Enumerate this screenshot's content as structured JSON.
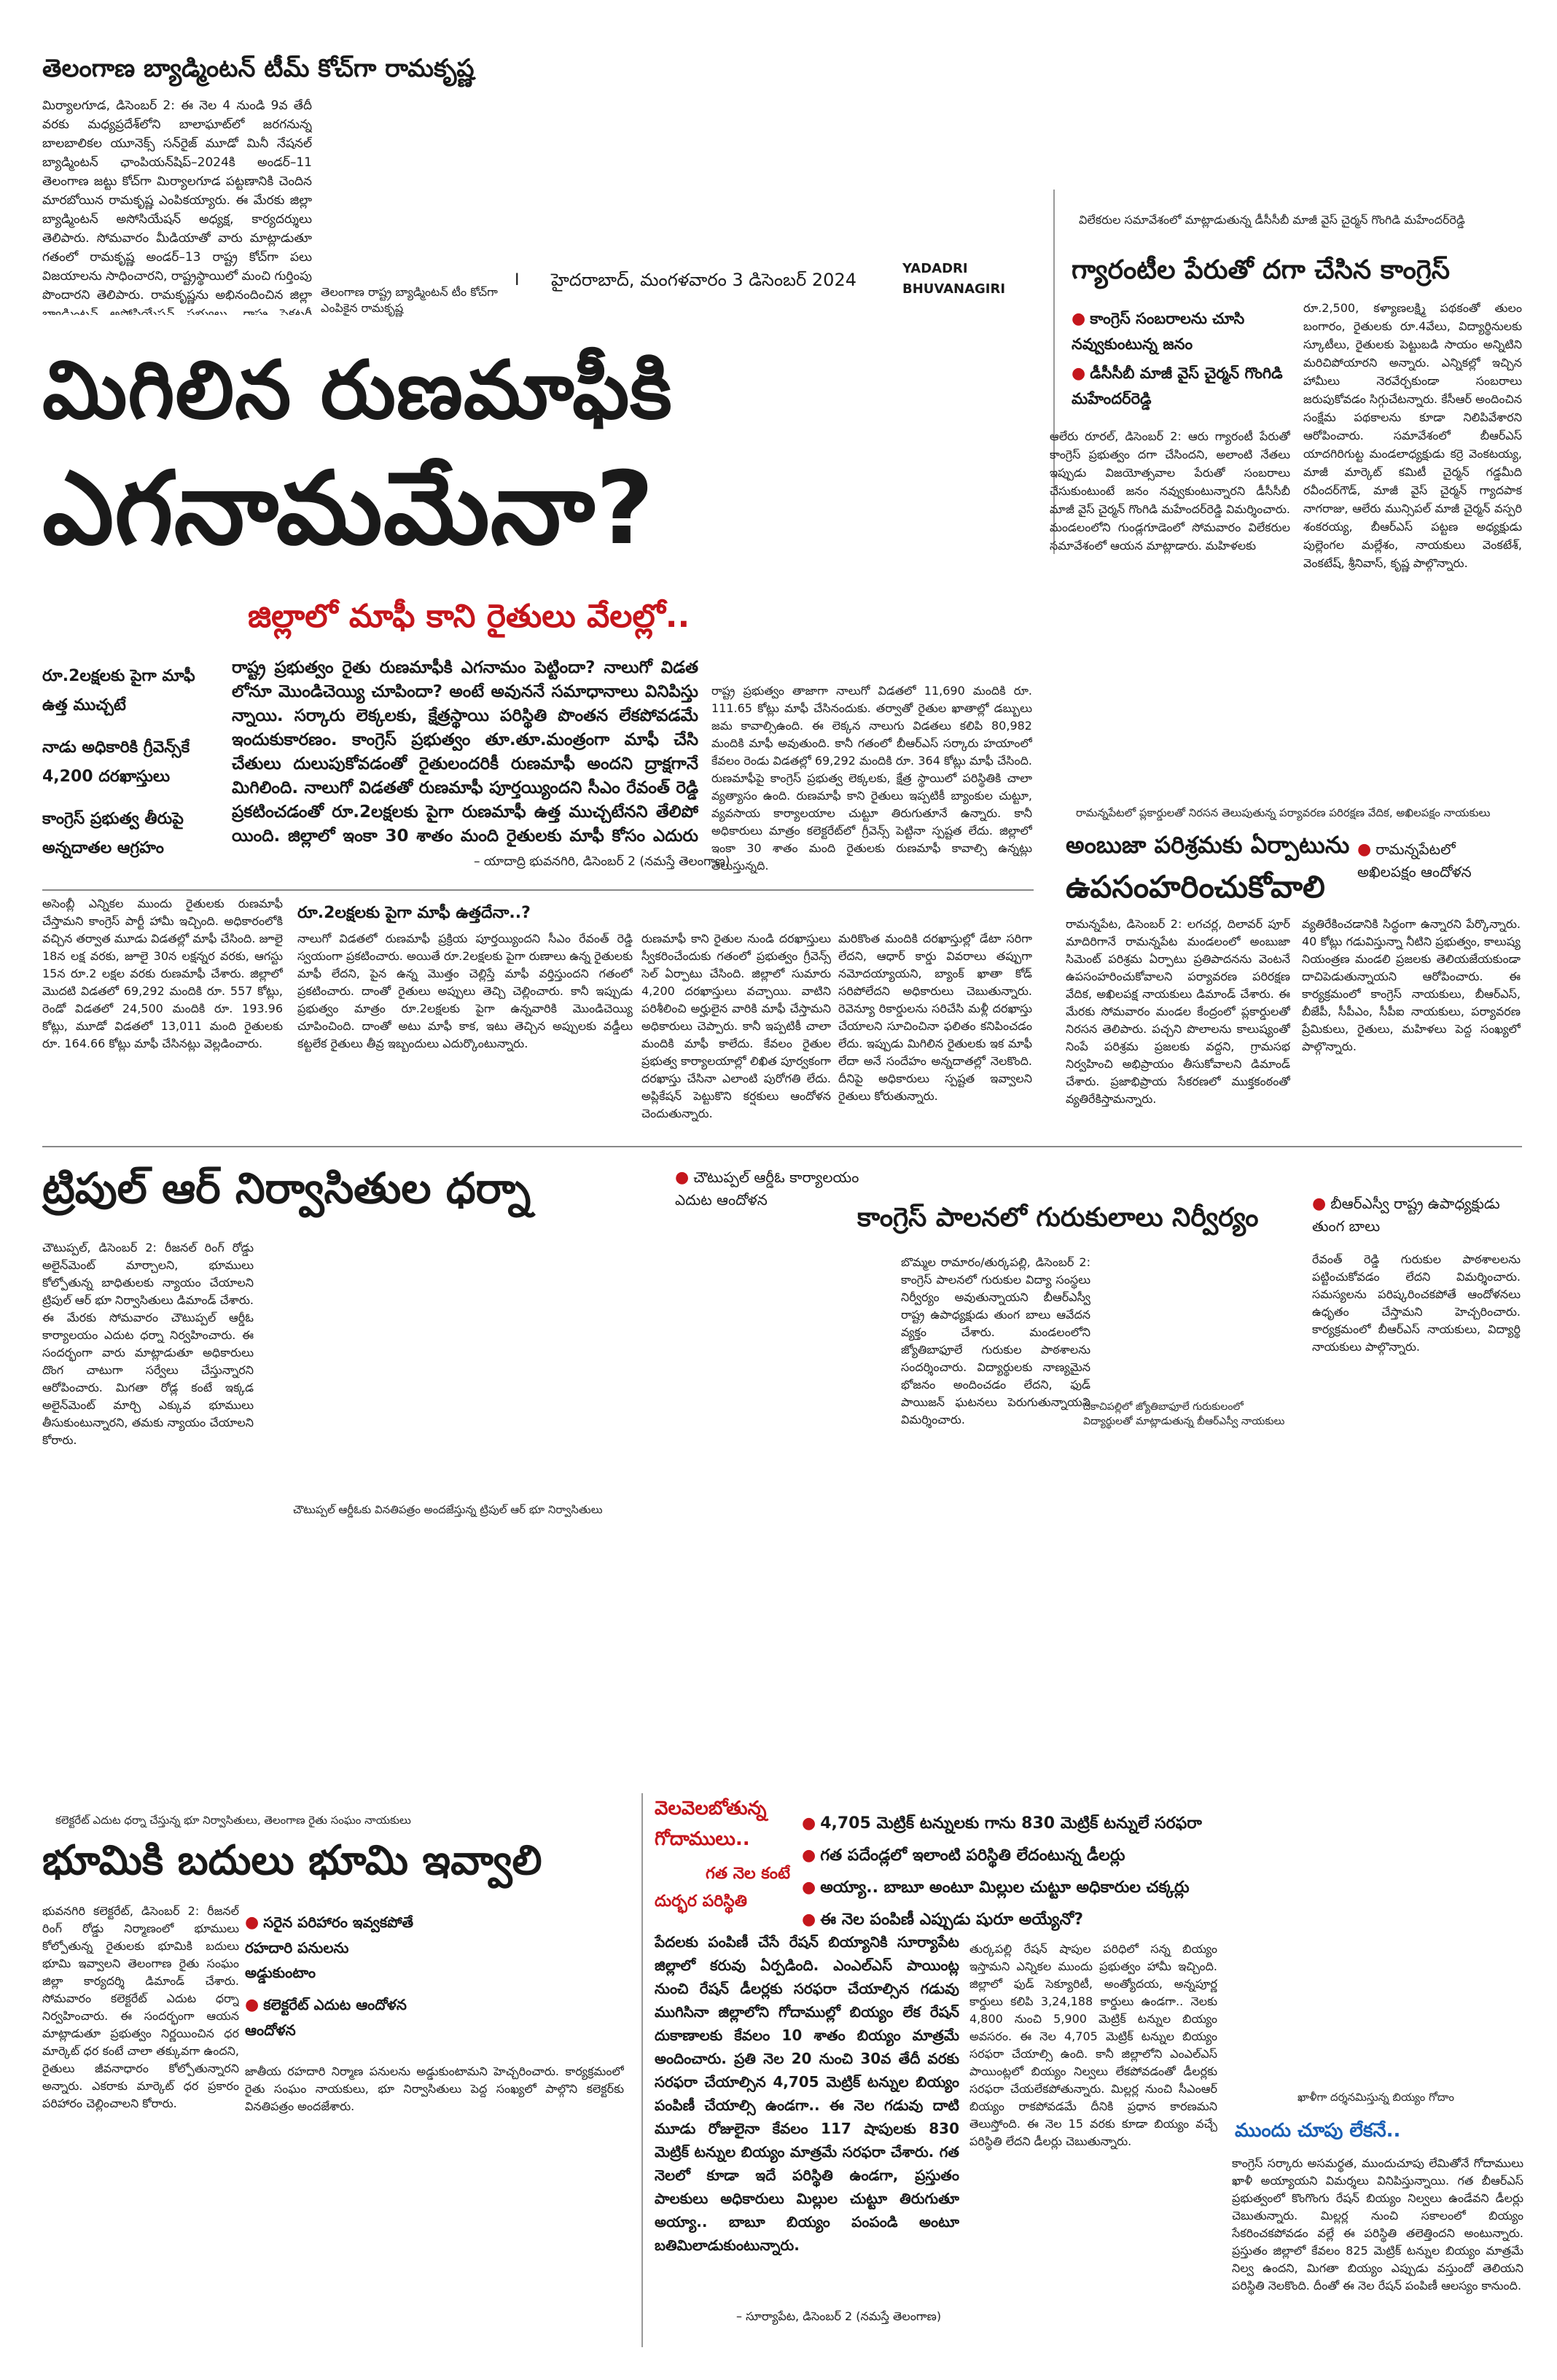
{
  "masthead": {
    "page_no": "I",
    "dateline": "హైదరాబాద్, మంగళవారం 3 డిసెంబర్ 2024",
    "section_line1": "YADADRI",
    "section_line2": "BHUVANAGIRI"
  },
  "badminton": {
    "headline": "తెలంగాణ బ్యాడ్మింటన్ టీమ్ కోచ్‌గా రామకృష్ణ",
    "body": "మిర్యాలగూడ, డిసెంబర్ 2: ఈ నెల 4 నుండి 9వ తేదీ వరకు మధ్యప్రదేశ్‌లోని బాలాఘాట్‌లో జరగనున్న బాలబాలికల యూనెక్స్ సన్‌రైజ్ మూడో మినీ నేషనల్ బ్యాడ్మింటన్ ఛాంపియన్‌షిప్–2024కి అండర్–11 తెలంగాణ జట్టు కోచ్‌గా మిర్యాలగూడ పట్టణానికి చెందిన మారబోయిన రామకృష్ణ ఎంపికయ్యారు. ఈ మేరకు జిల్లా బ్యాడ్మింటన్ అసోసియేషన్ అధ్యక్ష, కార్యదర్శులు తెలిపారు. సోమవారం మీడియాతో వారు మాట్లాడుతూ గతంలో రామకృష్ణ అండర్–13 రాష్ట్ర కోచ్‌గా పలు విజయాలను సాధించారని, రాష్ట్రస్థాయిలో మంచి గుర్తింపు పొందారని తెలిపారు. రామకృష్ణను అభినందించిన జిల్లా బ్యాడ్మింటన్ అసోసియేషన్ సభ్యులు, రాష్ట్ర సెక్రటరీ పుల్లెల గోపీచంద్‌కు కృతజ్ఞతలు తెలిపారు.",
    "photo_caption": "తెలంగాణ రాష్ట్ర బ్యాడ్మింటన్ టీం కోచ్‌గా ఎంపికైన రామకృష్ణ"
  },
  "main_story": {
    "headline_line1": "మిగిలిన రుణమాఫీకి",
    "headline_line2": "ఎగనామమేనా?",
    "subhead": "జిల్లాలో మాఫీ కాని రైతులు వేలల్లో..",
    "highlights": [
      "రూ.2లక్షలకు పైగా మాఫీ ఉత్త ముచ్చటే",
      "నాడు అధికారికి గ్రీవెన్స్‌కే 4,200 దరఖాస్తులు",
      "కాంగ్రెస్ ప్రభుత్వ తీరుపై అన్నదాతల ఆగ్రహం"
    ],
    "intro": "రాష్ట్ర ప్రభుత్వం రైతు రుణమాఫీకి ఎగనామం పెట్టిందా? నాలుగో విడత లోనూ మొండిచెయ్యి చూపిందా? అంటే అవుననే సమాధానాలు వినిపిస్తు న్నాయి. సర్కారు లెక్కలకు, క్షేత్రస్థాయి పరిస్థితి పొంతన లేకపోవడమే ఇందుకుకారణం. కాంగ్రెస్ ప్రభుత్వం తూ.తూ.మంత్రంగా మాఫీ చేసి చేతులు దులుపుకోవడంతో రైతులందరికీ రుణమాఫీ అందని ద్రాక్షగానే మిగిలింది. నాలుగో విడతతో రుణమాఫీ పూర్తయ్యిందని సీఎం రేవంత్ రెడ్డి ప్రకటించడంతో రూ.2లక్షలకు పైగా రుణమాఫీ ఉత్త ముచ్చటేనని తేలిపో యింది. జిల్లాలో ఇంకా 30 శాతం మంది రైతులకు మాఫీ కోసం ఎదురు చూస్తున్నట్లు తెలుస్తున్నది.",
    "byline": "– యాదాద్రి భువనగిరి, డిసెంబర్ 2 (నమస్తే తెలంగాణ)",
    "right_col": "రాష్ట్ర ప్రభుత్వం తాజాగా నాలుగో విడతలో 11,690 మందికి రూ. 111.65 కోట్లు మాఫీ చేసినందుకు. తర్వాతో రైతుల ఖాతాల్లో డబ్బులు జమ కావాల్సిఉంది. ఈ లెక్కన నాలుగు విడతలు కలిపి 80,982 మందికి మాఫీ అవుతుంది. కానీ గతంలో బీఆర్ఎస్ సర్కారు హయాంలో కేవలం రెండు విడతల్లో 69,292 మందికి రూ. 364 కోట్లు మాఫీ చేసింది. రుణమాఫీపై కాంగ్రెస్ ప్రభుత్వ లెక్కలకు, క్షేత్ర స్థాయిలో పరిస్థితికి చాలా వ్యత్యాసం ఉంది. రుణమాఫీ కాని రైతులు ఇప్పటికీ బ్యాంకుల చుట్టూ, వ్యవసాయ కార్యాలయాల చుట్టూ తిరుగుతూనే ఉన్నారు. కానీ అధికారులు మాత్రం కలెక్టరేట్‌లో గ్రీవెన్స్ పెట్టినా స్పష్టత లేదు. జిల్లాలో ఇంకా 30 శాతం మంది రైతులకు రుణమాఫీ కావాల్సి ఉన్నట్లు తెలుస్తున్నది.",
    "body_col1": "అసెంబ్లీ ఎన్నికల ముందు రైతులకు రుణమాఫీ చేస్తామని కాంగ్రెస్ పార్టీ హామీ ఇచ్చింది. అధికారంలోకి వచ్చిన తర్వాత మూడు విడతల్లో మాఫీ చేసింది. జూలై 18న లక్ష వరకు, జూలై 30న లక్షన్నర వరకు, ఆగస్టు 15న రూ.2 లక్షల వరకు రుణమాఫీ చేశారు. జిల్లాలో మొదటి విడతలో 69,292 మందికి రూ. 557 కోట్లు, రెండో విడతలో 24,500 మందికి రూ. 193.96 కోట్లు, మూడో విడతలో 13,011 మంది రైతులకు రూ. 164.66 కోట్లు మాఫీ చేసినట్లు వెల్లడించారు.",
    "sub2_head": "రూ.2లక్షలకు పైగా మాఫీ ఉత్తదేనా..?",
    "body_col2": "నాలుగో విడతలో రుణమాఫీ ప్రక్రియ పూర్తయ్యిందని సీఎం రేవంత్ రెడ్డి స్వయంగా ప్రకటించారు. అయితే రూ.2లక్షలకు పైగా రుణాలు ఉన్న రైతులకు మాఫీ లేదని, పైన ఉన్న మొత్తం చెల్లిస్తే మాఫీ వర్తిస్తుందని గతంలో ప్రకటించారు. దాంతో రైతులు అప్పులు తెచ్చి చెల్లించారు. కానీ ఇప్పుడు ప్రభుత్వం మాత్రం రూ.2లక్షలకు పైగా ఉన్నవారికి మొండిచెయ్యి చూపించింది. దాంతో అటు మాఫీ కాక, ఇటు తెచ్చిన అప్పులకు వడ్డీలు కట్టలేక రైతులు తీవ్ర ఇబ్బందులు ఎదుర్కొంటున్నారు.",
    "body_col3": "రుణమాఫీ కాని రైతుల నుండి దరఖాస్తులు స్వీకరించేందుకు గతంలో ప్రభుత్వం గ్రీవెన్స్ సెల్ ఏర్పాటు చేసింది. జిల్లాలో సుమారు 4,200 దరఖాస్తులు వచ్చాయి. వాటిని పరిశీలించి అర్హులైన వారికి మాఫీ చేస్తామని అధికారులు చెప్పారు. కానీ ఇప్పటికీ చాలా మందికి మాఫీ కాలేదు. కేవలం రైతుల ప్రభుత్వ కార్యాలయాల్లో లిఖిత పూర్వకంగా దరఖాస్తు చేసినా ఎలాంటి పురోగతి లేదు. అప్లికేషన్ పెట్టుకొని కర్షకులు ఆందోళన చెందుతున్నారు.",
    "body_col4": "మరికొంత మందికి దరఖాస్తుల్లో డేటా సరిగా లేదని, ఆధార్ కార్డు వివరాలు తప్పుగా నమోదయ్యాయని, బ్యాంక్ ఖాతా కోడ్ సరిపోలేదని అధికారులు చెబుతున్నారు. రెవెన్యూ రికార్డులను సరిచేసి మళ్లీ దరఖాస్తు చేయాలని సూచించినా ఫలితం కనిపించడం లేదు. ఇప్పుడు మిగిలిన రైతులకు ఇక మాఫీ లేదా అనే సందేహం అన్నదాతల్లో నెలకొంది. దీనిపై అధికారులు స్పష్టత ఇవ్వాలని రైతులు కోరుతున్నారు."
  },
  "guarantee": {
    "photo_caption": "విలేకరుల సమావేశంలో మాట్లాడుతున్న డీసీసీబీ మాజీ వైస్ చైర్మన్ గొంగిడి మహేందర్‌రెడ్డి",
    "headline": "గ్యారంటీల పేరుతో దగా చేసిన కాంగ్రెస్",
    "highlights": [
      "కాంగ్రెస్ సంబరాలను చూసి నవ్వుకుంటున్న జనం",
      "డీసీసీబీ మాజీ వైస్ చైర్మన్ గొంగిడి మహేందర్‌రెడ్డి"
    ],
    "body_left": "ఆలేరు రూరల్, డిసెంబర్ 2: ఆరు గ్యారంటీ పేరుతో కాంగ్రెస్ ప్రభుత్వం దగా చేసిందని, అలాంటి నేతలు ఇప్పుడు విజయోత్సవాల పేరుతో సంబరాలు చేసుకుంటుంటే జనం నవ్వుకుంటున్నారని డీసీసీబీ మాజీ వైస్ చైర్మన్ గొంగిడి మహేందర్‌రెడ్డి విమర్శించారు. మండలంలోని గుండ్లగూడెంలో సోమవారం విలేకరుల సమావేశంలో ఆయన మాట్లాడారు. మహిళలకు",
    "body_right": "రూ.2,500, కళ్యాణలక్ష్మి పథకంతో తులం బంగారం, రైతులకు రూ.4వేలు, విద్యార్థినులకు స్కూటీలు, రైతులకు పెట్టుబడి సాయం అన్నిటిని మరిచిపోయారని అన్నారు. ఎన్నికల్లో ఇచ్చిన హామీలు నెరవేర్చకుండా సంబరాలు జరుపుకోవడం సిగ్గుచేటన్నారు. కేసీఆర్ అందించిన సంక్షేమ పథకాలను కూడా నిలిపివేశారని ఆరోపించారు. సమావేశంలో బీఆర్ఎస్ యాదగిరిగుట్ట మండలాధ్యక్షుడు కర్రె వెంకటయ్య, మాజీ మార్కెట్ కమిటీ చైర్మన్ గడ్డమీది రవీందర్‌గౌడ్, మాజీ వైస్ చైర్మన్ గ్యాదపాక నాగరాజు, ఆలేరు మున్సిపల్ మాజీ చైర్మన్ వస్పరి శంకరయ్య, బీఆర్ఎస్ పట్టణ అధ్యక్షుడు పుల్లెంగల మల్లేశం, నాయకులు వెంకటేశ్, వెంకటేష్, శ్రీనివాస్, కృష్ణ పాల్గొన్నారు."
  },
  "ambuja": {
    "photo_caption": "రామన్నపేటలో ప్లకార్డులతో నిరసన తెలుపుతున్న పర్యావరణ పరిరక్షణ వేదిక, అఖిలపక్షం నాయకులు",
    "headline_line1": "అంబుజా పరిశ్రమకు ఏర్పాటును",
    "headline_line2": "ఉపసంహరించుకోవాలి",
    "side": "రామన్నపేటలో అఖిలపక్షం ఆందోళన",
    "body_left": "రామన్నపేట, డిసెంబర్ 2: లగచర్ల, దిలావర్ పూర్ మాదిరిగానే రామన్నపేట మండలంలో అంబుజా సిమెంట్ పరిశ్రమ ఏర్పాటు ప్రతిపాదనను వెంటనే ఉపసంహరించుకోవాలని పర్యావరణ పరిరక్షణ వేదిక, అఖిలపక్ష నాయకులు డిమాండ్ చేశారు. ఈ మేరకు సోమవారం మండల కేంద్రంలో ప్లకార్డులతో నిరసన తెలిపారు. పచ్చని పొలాలను కాలుష్యంతో నింపే పరిశ్రమ ప్రజలకు వద్దని, గ్రామసభ నిర్వహించి అభిప్రాయం తీసుకోవాలని డిమాండ్ చేశారు. ప్రజాభిప్రాయ సేకరణలో ముక్తకంఠంతో వ్యతిరేకిస్తామన్నారు.",
    "body_right": "వ్యతిరేకించడానికి సిద్ధంగా ఉన్నారని పేర్కొన్నారు. 40 కోట్లు గడువిస్తున్నా నీటిని ప్రభుత్వం, కాలుష్య నియంత్రణ మండలి ప్రజలకు తెలియజేయకుండా దాచిపెడుతున్నాయని ఆరోపించారు. ఈ కార్యక్రమంలో కాంగ్రెస్ నాయకులు, బీఆర్ఎస్, బీజేపీ, సీపీఎం, సీపీఐ నాయకులు, పర్యావరణ ప్రేమికులు, రైతులు, మహిళలు పెద్ద సంఖ్యలో పాల్గొన్నారు."
  },
  "triple_r": {
    "headline": "ట్రిపుల్ ఆర్ నిర్వాసితుల ధర్నా",
    "side_bullet": "చౌటుప్పల్ ఆర్డీఓ కార్యాలయం ఎదుట ఆందోళన",
    "body": "చౌటుప్పల్, డిసెంబర్ 2: రీజనల్ రింగ్ రోడ్డు అలైన్‌మెంట్ మార్చాలని, భూములు కోల్పోతున్న బాధితులకు న్యాయం చేయాలని ట్రిపుల్ ఆర్ భూ నిర్వాసితులు డిమాండ్ చేశారు. ఈ మేరకు సోమవారం చౌటుప్పల్ ఆర్డీఓ కార్యాలయం ఎదుట ధర్నా నిర్వహించారు. ఈ సందర్భంగా వారు మాట్లాడుతూ అధికారులు దొంగ చాటుగా సర్వేలు చేస్తున్నారని ఆరోపించారు. మిగతా రోడ్ల కంటే ఇక్కడ అలైన్‌మెంట్ మార్చి ఎక్కువ భూములు తీసుకుంటున్నారని, తమకు న్యాయం చేయాలని కోరారు.",
    "photo_caption": "చౌటుప్పల్ ఆర్డీఓకు వినతిపత్రం అందజేస్తున్న ట్రిపుల్ ఆర్ భూ నిర్వాసితులు"
  },
  "gurukul": {
    "headline": "కాంగ్రెస్ పాలనలో గురుకులాలు నిర్వీర్యం",
    "side_bullet": "బీఆర్ఎస్వీ రాష్ట్ర ఉపాధ్యక్షుడు తుంగ బాలు",
    "body_left": "బొమ్మల రామారం/తుర్కపల్లి, డిసెంబర్ 2: కాంగ్రెస్ పాలనలో గురుకుల విద్యా సంస్థలు నిర్వీర్యం అవుతున్నాయని బీఆర్ఎస్వీ రాష్ట్ర ఉపాధ్యక్షుడు తుంగ బాలు ఆవేదన వ్యక్తం చేశారు. మండలంలోని జ్యోతిబాఫూలే గురుకుల పాఠశాలను సందర్శించారు. విద్యార్థులకు నాణ్యమైన భోజనం అందించడం లేదని, ఫుడ్ పాయిజన్ ఘటనలు పెరుగుతున్నాయని విమర్శించారు.",
    "body_right": "రేవంత్ రెడ్డి గురుకుల పాఠశాలలను పట్టించుకోవడం లేదని విమర్శించారు. సమస్యలను పరిష్కరించకపోతే ఆందోళనలు ఉధృతం చేస్తామని హెచ్చరించారు. కార్యక్రమంలో బీఆర్ఎస్ నాయకులు, విద్యార్థి నాయకులు పాల్గొన్నారు.",
    "photo_caption": "దీకాచిపల్లిలో జ్యోతిబాఫూలే గురుకులంలో విద్యార్థులతో మాట్లాడుతున్న బీఆర్ఎస్వీ నాయకులు"
  },
  "land": {
    "photo_caption": "కలెక్టరేట్ ఎదుట ధర్నా చేస్తున్న భూ నిర్వాసితులు, తెలంగాణ రైతు సంఘం నాయకులు",
    "headline": "భూమికి బదులు భూమి ఇవ్వాలి",
    "highlights": [
      "సరైన పరిహారం ఇవ్వకపోతే రహదారి పనులను అడ్డుకుంటాం",
      "కలెక్టరేట్ ఎదుట ఆందోళన ఆందోళన"
    ],
    "body_left": "భువనగిరి కలెక్టరేట్, డిసెంబర్ 2: రీజనల్ రింగ్ రోడ్డు నిర్మాణంలో భూములు కోల్పోతున్న రైతులకు భూమికి బదులు భూమి ఇవ్వాలని తెలంగాణ రైతు సంఘం జిల్లా కార్యదర్శి డిమాండ్ చేశారు. సోమవారం కలెక్టరేట్ ఎదుట ధర్నా నిర్వహించారు. ఈ సందర్భంగా ఆయన మాట్లాడుతూ ప్రభుత్వం నిర్ణయించిన ధర మార్కెట్ ధర కంటే చాలా తక్కువగా ఉందని, రైతులు జీవనాధారం కోల్పోతున్నారని అన్నారు. ఎకరాకు మార్కెట్ ధర ప్రకారం పరిహారం చెల్లించాలని కోరారు.",
    "body_right": "జాతీయ రహదారి నిర్మాణ పనులను అడ్డుకుంటామని హెచ్చరించారు. కార్యక్రమంలో రైతు సంఘం నాయకులు, భూ నిర్వాసితులు పెద్ద సంఖ్యలో పాల్గొని కలెక్టర్‌కు వినతిపత్రం అందజేశారు."
  },
  "ration": {
    "title_line1": "వెలవెలబోతున్న",
    "title_line2": "గోదాములు..",
    "title_line3": "గత నెల కంటే",
    "title_line4": "దుర్భర పరిస్థితి",
    "highlights": [
      "4,705 మెట్రిక్ టన్నులకు గాను 830 మెట్రిక్ టన్నులే సరఫరా",
      "గత పదేండ్లలో ఇలాంటి పరిస్థితి లేదంటున్న డీలర్లు",
      "అయ్యా.. బాబూ అంటూ మిల్లుల చుట్టూ అధికారుల చక్కర్లు",
      "ఈ నెల పంపిణీ ఎప్పుడు షురూ అయ్యేనో?"
    ],
    "intro": "పేదలకు పంపిణీ చేసే రేషన్ బియ్యానికి సూర్యాపేట జిల్లాలో కరువు ఏర్పడింది. ఎంఎల్ఎస్ పాయింట్ల నుంచి రేషన్ డీలర్లకు సరఫరా చేయాల్సిన గడువు ముగిసినా జిల్లాలోని గోదాముల్లో బియ్యం లేక రేషన్ దుకాణాలకు కేవలం 10 శాతం బియ్యం మాత్రమే అందించారు. ప్రతి నెల 20 నుంచి 30వ తేదీ వరకు సరఫరా చేయాల్సిన 4,705 మెట్రిక్ టన్నుల బియ్యం పంపిణీ చేయాల్సి ఉండగా.. ఈ నెల గడువు దాటి మూడు రోజులైనా కేవలం 117 షాపులకు 830 మెట్రిక్ టన్నుల బియ్యం మాత్రమే సరఫరా చేశారు. గత నెలలో కూడా ఇదే పరిస్థితి ఉండగా, ప్రస్తుతం పాలకులు అధికారులు మిల్లుల చుట్టూ తిరుగుతూ అయ్యా.. బాబూ బియ్యం పంపండి అంటూ బతిమిలాడుకుంటున్నారు.",
    "byline": "– సూర్యాపేట, డిసెంబర్ 2 (నమస్తే తెలంగాణ)",
    "body_mid": "తుర్కపల్లి రేషన్ షాపుల పరిధిలో సన్న బియ్యం ఇస్తామని ఎన్నికల ముందు ప్రభుత్వం హామీ ఇచ్చింది. జిల్లాలో ఫుడ్ సెక్యూరిటీ, అంత్యోదయ, అన్నపూర్ణ కార్డులు కలిపి 3,24,188 కార్డులు ఉండగా.. నెలకు 4,800 నుంచి 5,900 మెట్రిక్ టన్నుల బియ్యం అవసరం. ఈ నెల 4,705 మెట్రిక్ టన్నుల బియ్యం సరఫరా చేయాల్సి ఉంది. కానీ జిల్లాలోని ఎంఎల్ఎస్ పాయింట్లలో బియ్యం నిల్వలు లేకపోవడంతో డీలర్లకు సరఫరా చేయలేకపోతున్నారు. మిల్లర్ల నుంచి సీఎంఆర్ బియ్యం రాకపోవడమే దీనికి ప్రధాన కారణమని తెలుస్తోంది. ఈ నెల 15 వరకు కూడా బియ్యం వచ్చే పరిస్థితి లేదని డీలర్లు చెబుతున్నారు.",
    "photo_caption": "ఖాళీగా దర్శనమిస్తున్న బియ్యం గోదాం",
    "sub_head": "ముందు చూపు లేకనే..",
    "body_right": "కాంగ్రెస్ సర్కారు అసమర్థత, ముందుచూపు లేమితోనే గోదాములు ఖాళీ అయ్యాయని విమర్శలు వినిపిస్తున్నాయి. గత బీఆర్ఎస్ ప్రభుత్వంలో కొంగొంగు రేషన్ బియ్యం నిల్వలు ఉండేవని డీలర్లు చెబుతున్నారు. మిల్లర్ల నుంచి సకాలంలో బియ్యం సేకరించకపోవడం వల్లే ఈ పరిస్థితి తలెత్తిందని అంటున్నారు. ప్రస్తుతం జిల్లాలో కేవలం 825 మెట్రిక్ టన్నుల బియ్యం మాత్రమే నిల్వ ఉందని, మిగతా బియ్యం ఎప్పుడు వస్తుందో తెలియని పరిస్థితి నెలకొంది. దీంతో ఈ నెల రేషన్ పంపిణీ ఆలస్యం కానుంది."
  }
}
